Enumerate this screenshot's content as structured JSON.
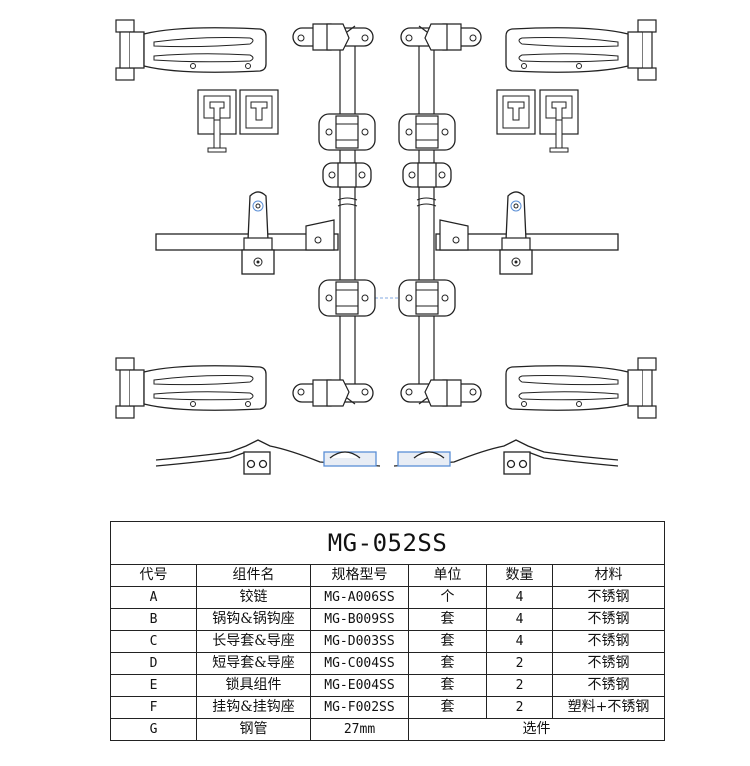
{
  "table": {
    "title": "MG-052SS",
    "headers": [
      "代号",
      "组件名",
      "规格型号",
      "单位",
      "数量",
      "材料"
    ],
    "rows": [
      {
        "code": "A",
        "name": "铰链",
        "model": "MG-A006SS",
        "unit": "个",
        "qty": "4",
        "material": "不锈钢"
      },
      {
        "code": "B",
        "name": "锅钩&锅钩座",
        "model": "MG-B009SS",
        "unit": "套",
        "qty": "4",
        "material": "不锈钢"
      },
      {
        "code": "C",
        "name": "长导套&导座",
        "model": "MG-D003SS",
        "unit": "套",
        "qty": "4",
        "material": "不锈钢"
      },
      {
        "code": "D",
        "name": "短导套&导座",
        "model": "MG-C004SS",
        "unit": "套",
        "qty": "2",
        "material": "不锈钢"
      },
      {
        "code": "E",
        "name": "锁具组件",
        "model": "MG-E004SS",
        "unit": "套",
        "qty": "2",
        "material": "不锈钢"
      },
      {
        "code": "F",
        "name": "挂钩&挂钩座",
        "model": "MG-F002SS",
        "unit": "套",
        "qty": "2",
        "material": "塑料+不锈钢"
      },
      {
        "code": "G",
        "name": "钢管",
        "model": "27mm",
        "note": "选件"
      }
    ]
  },
  "colors": {
    "line": "#222222",
    "guide": "#5b8fd6",
    "pale": "#e8edf5"
  }
}
